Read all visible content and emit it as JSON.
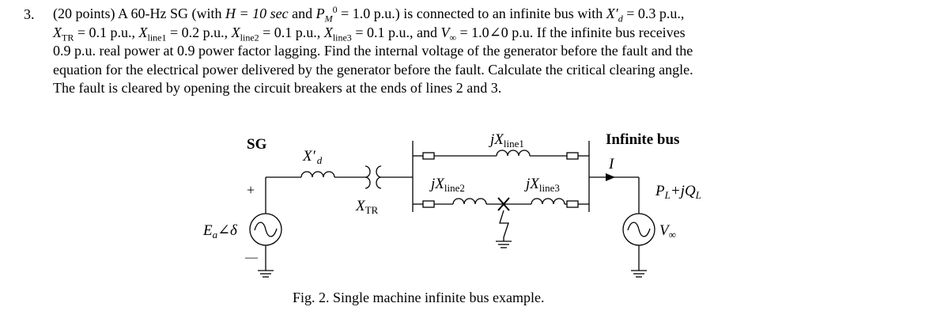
{
  "problem": {
    "number": "3.",
    "points": "(20 points)",
    "s1": "A 60-Hz SG (with",
    "H_eq": "H = 10 sec",
    "and": "and",
    "PM_eq": "P",
    "PM_sub": "M",
    "PM_sup": "0",
    "PM_val": " = 1.0 p.u.) is connected to an infinite bus with",
    "Xd": "X′",
    "Xd_sub": "d",
    "Xd_val": " = 0.3 p.u.,",
    "Xtr_sub": "TR",
    "Xtr_val": " = 0.1 p.u.,",
    "Xl1_sub": "line1",
    "Xl1_val": " = 0.2 p.u.,",
    "Xl2_sub": "line2",
    "Xl2_val": " = 0.1 p.u.,",
    "Xl3_sub": "line3",
    "Xl3_val": " = 0.1 p.u., and",
    "Vinf": "V",
    "Vinf_sub": "∞",
    "Vinf_val": " = 1.0∠0 p.u. If the infinite bus receives",
    "line3": "0.9 p.u. real power at 0.9 power factor lagging. Find the internal voltage of the generator before the fault and the",
    "line4": "equation for the electrical power delivered by the generator before the fault. Calculate the critical clearing angle.",
    "line5": "The fault is cleared by opening the circuit breakers at the ends of lines 2 and 3."
  },
  "diagram": {
    "sg_label": "SG",
    "xd_label": "X′",
    "xd_sub": "d",
    "xtr_label": "X",
    "xtr_sub": "TR",
    "ea_label": "E",
    "ea_sub": "a",
    "ea_angle": "∠δ",
    "plus": "+",
    "minus": "—",
    "jxline1": "jX",
    "jxline1_sub": "line1",
    "jxline2": "jX",
    "jxline2_sub": "line2",
    "jxline3": "jX",
    "jxline3_sub": "line3",
    "infinite_bus": "Infinite bus",
    "current": "I",
    "pl": "P",
    "pl_sub": "L",
    "plus_j": "+jQ",
    "ql_sub": "L",
    "vinf": "V",
    "vinf_sub": "∞"
  },
  "caption": "Fig. 2. Single machine infinite bus example."
}
